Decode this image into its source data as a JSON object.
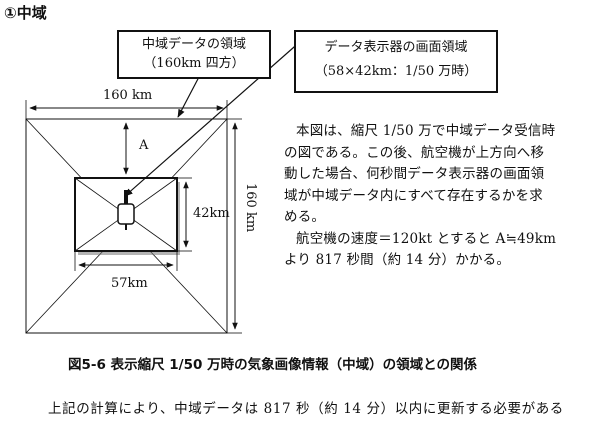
{
  "section_title": "①中域",
  "callout_region": {
    "line1": "中域データの領域",
    "line2": "（160km 四方）"
  },
  "callout_display": {
    "line1": "データ表示器の画面領域",
    "line2": "（58×42km：1/50 万時）"
  },
  "dimensions": {
    "outer_width": "160 km",
    "outer_height": "160 km",
    "gap_a": "A",
    "inner_height": "42km",
    "inner_width": "57km"
  },
  "note": {
    "lines": [
      "本図は、縮尺 1/50 万で中域データ受信時",
      "の図である。この後、航空機が上方向へ移",
      "動した場合、何秒間データ表示器の画面領",
      "域が中域データ内にすべて存在するかを求",
      "める。"
    ],
    "line6": "航空機の速度＝120kt とすると A≒49km",
    "line7": "より 817 秒間（約 14 分）かかる。"
  },
  "caption": "図5-6 表示縮尺 1/50 万時の気象画像情報（中域）の領域との関係",
  "footer": "上記の計算により、中域データは 817 秒（約 14 分）以内に更新する必要がある"
}
